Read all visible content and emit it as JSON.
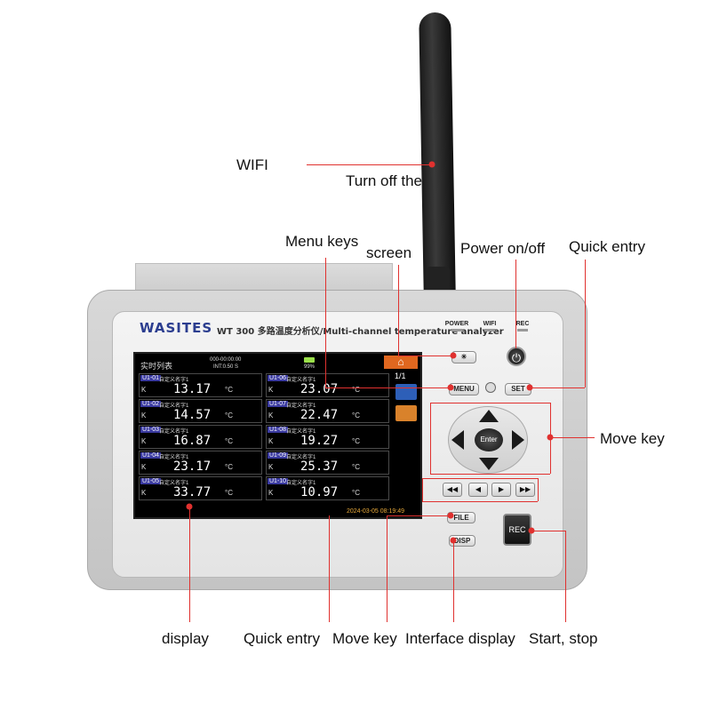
{
  "device": {
    "brand": "WASITES",
    "model": "WT 300 多路温度分析仪/Multi-channel temperature analyzer",
    "indicators": [
      "POWER",
      "WIFI",
      "REC"
    ]
  },
  "screen": {
    "title": "实时列表",
    "time": "000-00:00:00",
    "interval": "INT:0.50 S",
    "battery": "99%",
    "page": "1/1",
    "timestamp": "2024-03-05  08:19:49",
    "unit": "°C",
    "channels": [
      {
        "id": "U1-01",
        "name": "自定义名字1",
        "k": "K",
        "value": "13.17"
      },
      {
        "id": "U1-02",
        "name": "自定义名字1",
        "k": "K",
        "value": "14.57"
      },
      {
        "id": "U1-03",
        "name": "自定义名字1",
        "k": "K",
        "value": "16.87"
      },
      {
        "id": "U1-04",
        "name": "自定义名字1",
        "k": "K",
        "value": "23.17"
      },
      {
        "id": "U1-05",
        "name": "自定义名字1",
        "k": "K",
        "value": "33.77"
      },
      {
        "id": "U1-06",
        "name": "自定义名字1",
        "k": "K",
        "value": "23.07"
      },
      {
        "id": "U1-07",
        "name": "自定义名字1",
        "k": "K",
        "value": "22.47"
      },
      {
        "id": "U1-08",
        "name": "自定义名字1",
        "k": "K",
        "value": "19.27"
      },
      {
        "id": "U1-09",
        "name": "自定义名字1",
        "k": "K",
        "value": "25.37"
      },
      {
        "id": "U1-10",
        "name": "自定义名字1",
        "k": "K",
        "value": "10.97"
      }
    ]
  },
  "keys": {
    "menu": "MENU",
    "set": "SET",
    "enter": "Enter",
    "file": "FILE",
    "disp": "DISP",
    "rec": "REC"
  },
  "callouts": {
    "wifi": "WIFI",
    "turn_off": "Turn off the",
    "menu_keys": "Menu keys",
    "screen": "screen",
    "power": "Power on/off",
    "quick_entry_top": "Quick entry",
    "move_key_right": "Move key",
    "display": "display",
    "quick_entry_bottom": "Quick entry",
    "move_key_bottom": "Move key",
    "interface_display": "Interface display",
    "start_stop": "Start, stop"
  },
  "colors": {
    "callout_line": "#e0312f",
    "brand": "#2b3d8f",
    "home_button": "#e0671f"
  }
}
